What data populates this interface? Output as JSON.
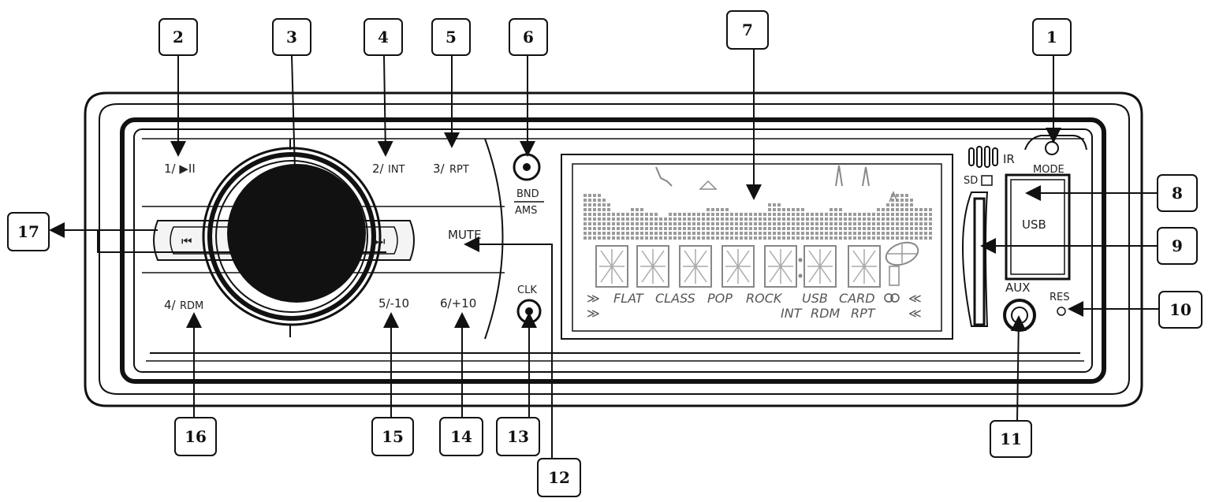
{
  "callouts": [
    "1",
    "2",
    "3",
    "4",
    "5",
    "6",
    "7",
    "8",
    "9",
    "10",
    "11",
    "12",
    "13",
    "14",
    "15",
    "16",
    "17"
  ],
  "panel_labels": {
    "btn1": "1/ ▶II",
    "btn2": "2/",
    "btn2_sub": "INT",
    "btn3": "3/",
    "btn3_sub": "RPT",
    "btn4": "4/",
    "btn4_sub": "RDM",
    "btn5": "5/-10",
    "btn6": "6/+10",
    "bnd": "BND",
    "ams": "AMS",
    "mute": "MUTE",
    "clk": "CLK",
    "prev": "⏮",
    "next": "⏭",
    "ir": "IR",
    "mode": "MODE",
    "usb": "USB",
    "sd": "SD",
    "aux": "AUX",
    "res": "RES"
  },
  "lcd": {
    "eq_flat": "FLAT",
    "eq_class": "CLASS",
    "eq_pop": "POP",
    "eq_rock": "ROCK",
    "src_usb": "USB",
    "src_card": "CARD",
    "mode_int": "INT",
    "mode_rdm": "RDM",
    "mode_rpt": "RPT",
    "arrow_left": "≫",
    "arrow_right": "≪"
  },
  "colors": {
    "line": "#111111",
    "lcd_dots": "#9a9a9a",
    "knob": "#111111"
  }
}
